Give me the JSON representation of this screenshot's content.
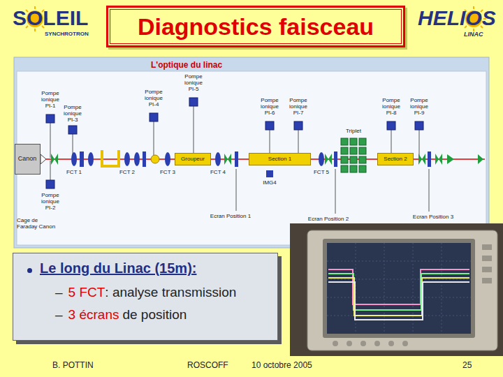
{
  "diagram": {
    "title": "Diagnostics faisceau",
    "nodes": [
      {
        "text": [
          "L'optique du linac"
        ]
      },
      {
        "text": [
          "Canon"
        ],
        "in": 0
      },
      {
        "text": [
          "Groupeur"
        ],
        "in": 0
      },
      {
        "text": [
          "Section 1"
        ],
        "in": 0
      },
      {
        "text": [
          "Section 2"
        ],
        "in": 0
      },
      {
        "text": [
          "Le long du Linac (15m):",
          "–",
          "5 FCT",
          ": analyse transmission",
          "–",
          "3 écrans",
          "de position"
        ]
      }
    ],
    "edges": [
      {
        "from": 1,
        "to": 2,
        "arrow": "none"
      },
      {
        "from": 2,
        "to": 3,
        "arrow": "none"
      },
      {
        "from": 3,
        "to": 4,
        "arrow": "none"
      }
    ],
    "labels": [
      "SOLEIL",
      "SYNCHROTRON",
      "HELIOS",
      "LINAC",
      "Pompe ionique PI-1",
      "Pompe ionique PI-3",
      "Pompe ionique PI-4",
      "Pompe ionique PI-5",
      "Pompe ionique PI-6",
      "Pompe ionique PI-7",
      "Pompe ionique PI-8",
      "Pompe ionique PI-9",
      "Pompe ionique PI-2",
      "Cage de Faraday Canon",
      "FCT 1",
      "FCT 2",
      "FCT 3",
      "FCT 4",
      "FCT 5",
      "Triplet",
      "Ecran Position 1",
      "Ecran Position 2",
      "Ecran Position 3",
      "IMG4",
      "B. POTTIN",
      "ROSCOFF",
      "10 octobre 2005",
      "25"
    ]
  }
}
